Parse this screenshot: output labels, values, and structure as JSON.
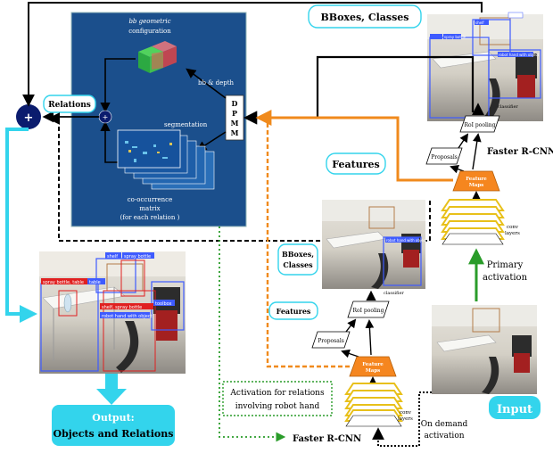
{
  "dpmm": {
    "title_line1": "bb geometric",
    "title_line2": "configuration",
    "bb_depth": "bb & depth",
    "segmentation": "segmentation",
    "dpmm_letters": [
      "D",
      "P",
      "M",
      "M"
    ],
    "cooc_line1": "co-occurrence",
    "cooc_line2": "matrix",
    "cooc_line3": "(for each relation )"
  },
  "relations_label": "Relations",
  "bboxes_classes_top": "BBoxes, Classes",
  "features_top": "Features",
  "faster_rcnn_top": "Faster R-CNN",
  "primary_activation_line1": "Primary",
  "primary_activation_line2": "activation",
  "bboxes_classes_mid_line1": "BBoxes,",
  "bboxes_classes_mid_line2": "Classes",
  "features_mid": "Features",
  "roi_pooling": "RoI pooling",
  "classifier": "classifier",
  "proposals": "Proposals",
  "feature_maps_line1": "Feature",
  "feature_maps_line2": "Maps",
  "conv_layers_line1": "conv",
  "conv_layers_line2": "layers",
  "activation_relations_line1": "Activation for relations",
  "activation_relations_line2": "involving robot hand",
  "faster_rcnn_bottom": "Faster R-CNN",
  "on_demand_line1": "On demand",
  "on_demand_line2": "activation",
  "input_label": "Input",
  "output_line1": "Output:",
  "output_line2": "Objects and Relations",
  "plus_symbol": "+",
  "detections_top": [
    "shelf",
    "spray bottle",
    "robot hand with object"
  ],
  "detections_mid": [
    "robot hand with object"
  ],
  "detections_output": [
    "shelf",
    "spray bottle",
    "spray bottle, table",
    "table",
    "toolbox",
    "shelf, spray bottle",
    "robot hand with object"
  ],
  "colors": {
    "dpmm_bg": "#1b4f8c",
    "cyan": "#33d4ec",
    "orange": "#f08a1c",
    "green": "#2a9c2a",
    "navy": "#0b1c6e",
    "feature_map": "#f5861f",
    "conv_outline": "#e8c01a"
  }
}
